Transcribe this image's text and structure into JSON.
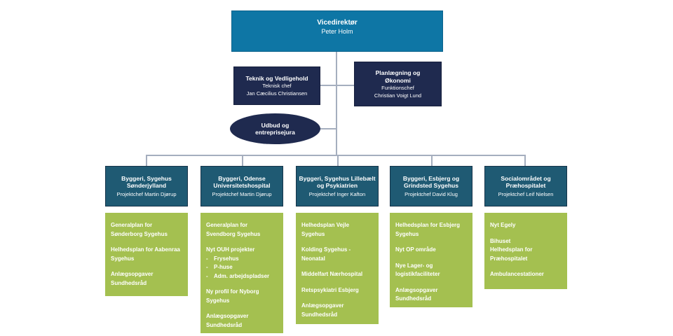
{
  "colors": {
    "root_box": "#0E76A5",
    "staff_box": "#1F2A4F",
    "dept_header": "#1F5A73",
    "project_box": "#A4C050",
    "connector": "#A5AEBE",
    "text": "#FFFFFF"
  },
  "root": {
    "title": "Vicedirektør",
    "name": "Peter Holm"
  },
  "staff_left": {
    "title": "Teknik og Vedligehold",
    "role": "Teknisk chef",
    "name": "Jan Cæcilius Christiansen"
  },
  "staff_right": {
    "title_lines": [
      "Planlægning og",
      "Økonomi"
    ],
    "role": "Funktionschef",
    "name": "Christian Voigt Lund"
  },
  "ellipse": {
    "label": "Udbud og entreprisejura"
  },
  "departments": [
    {
      "title": "Byggeri, Sygehus Sønderjylland",
      "lead": "Projektchef Martin Djørup",
      "items": [
        {
          "lines": [
            "Generalplan for",
            "Sønderborg Sygehus"
          ]
        },
        {
          "lines": [
            "Helhedsplan for Aabenraa",
            "Sygehus"
          ]
        },
        {
          "lines": [
            "Anlægsopgaver",
            "Sundhedsråd"
          ]
        }
      ]
    },
    {
      "title": "Byggeri, Odense Universitetshospital",
      "lead": "Projektchef Martin Djørup",
      "items": [
        {
          "lines": [
            "Generalplan for",
            "Svendborg Sygehus"
          ]
        },
        {
          "lines": [
            "Nyt OUH projekter"
          ],
          "bullets": [
            "Frysehus",
            "P-huse",
            "Adm. arbejdspladser"
          ]
        },
        {
          "lines": [
            "Ny profil for Nyborg",
            "Sygehus"
          ]
        },
        {
          "lines": [
            "Anlægsopgaver",
            "Sundhedsråd"
          ]
        }
      ]
    },
    {
      "title": "Byggeri, Sygehus Lillebælt og Psykiatrien",
      "lead": "Projektchef Inger Kafton",
      "items": [
        {
          "lines": [
            "Helhedsplan Vejle",
            "Sygehus"
          ]
        },
        {
          "lines": [
            "Kolding Sygehus -",
            "Neonatal"
          ]
        },
        {
          "lines": [
            "Middelfart Nærhospital"
          ]
        },
        {
          "lines": [
            "Retspsykiatri Esbjerg"
          ]
        },
        {
          "lines": [
            "Anlægsopgaver",
            "Sundhedsråd"
          ]
        }
      ]
    },
    {
      "title": "Byggeri, Esbjerg og Grindsted Sygehus",
      "lead": "Projektchef David Klug",
      "items": [
        {
          "lines": [
            "Helhedsplan for Esbjerg",
            "Sygehus"
          ]
        },
        {
          "lines": [
            "Nyt OP område"
          ]
        },
        {
          "lines": [
            "Nye Lager- og",
            "logistikfaciliteter"
          ]
        },
        {
          "lines": [
            "Anlægsopgaver",
            "Sundhedsråd"
          ]
        }
      ]
    },
    {
      "title": "Socialområdet og Præhospitalet",
      "lead": "Projektchef Leif Nielsen",
      "items": [
        {
          "lines": [
            "Nyt Egely"
          ]
        },
        {
          "lines": [
            "Bihuset",
            "Helhedsplan for",
            "Præhospitalet"
          ]
        },
        {
          "lines": [
            "Ambulancestationer"
          ]
        }
      ]
    }
  ]
}
